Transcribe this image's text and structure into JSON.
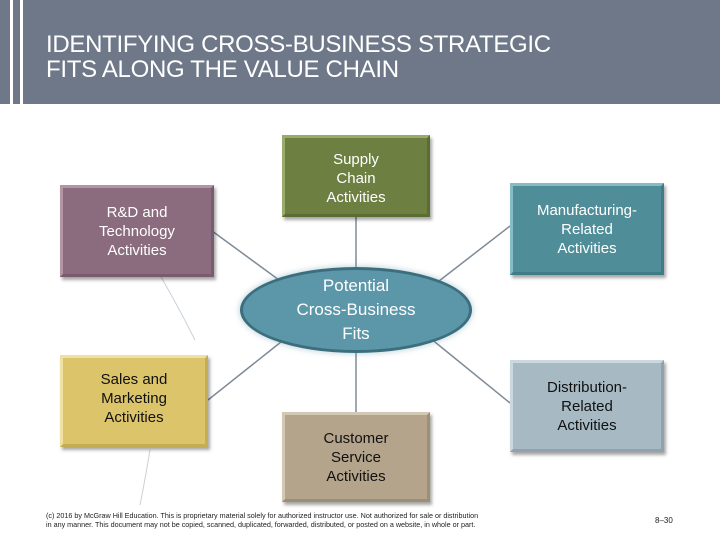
{
  "title": {
    "line1": "IDENTIFYING CROSS-BUSINESS STRATEGIC",
    "line2": "FITS ALONG THE VALUE CHAIN"
  },
  "center": {
    "lines": [
      "Potential",
      "Cross-Business",
      "Fits"
    ],
    "color": "#5b97a8"
  },
  "boxes": {
    "rd": {
      "lines": [
        "R&D and",
        "Technology",
        "Activities"
      ],
      "color": "#8b6b7e"
    },
    "supply": {
      "lines": [
        "Supply",
        "Chain",
        "Activities"
      ],
      "color": "#6d7f41"
    },
    "manufacturing": {
      "lines": [
        "Manufacturing-",
        "Related",
        "Activities"
      ],
      "color": "#4f8e99"
    },
    "sales": {
      "lines": [
        "Sales and",
        "Marketing",
        "Activities"
      ],
      "color": "#dcc46a"
    },
    "distribution": {
      "lines": [
        "Distribution-",
        "Related",
        "Activities"
      ],
      "color": "#a7bac4"
    },
    "customer": {
      "lines": [
        "Customer",
        "Service",
        "Activities"
      ],
      "color": "#b3a48b"
    }
  },
  "footer": {
    "line1": "(c) 2016 by McGraw Hill Education. This is proprietary material solely for authorized instructor use. Not authorized for sale or distribution",
    "line2": "in any manner. This document may not be copied, scanned, duplicated, forwarded, distributed, or posted on a website, in whole or part."
  },
  "page_number": "8–30"
}
